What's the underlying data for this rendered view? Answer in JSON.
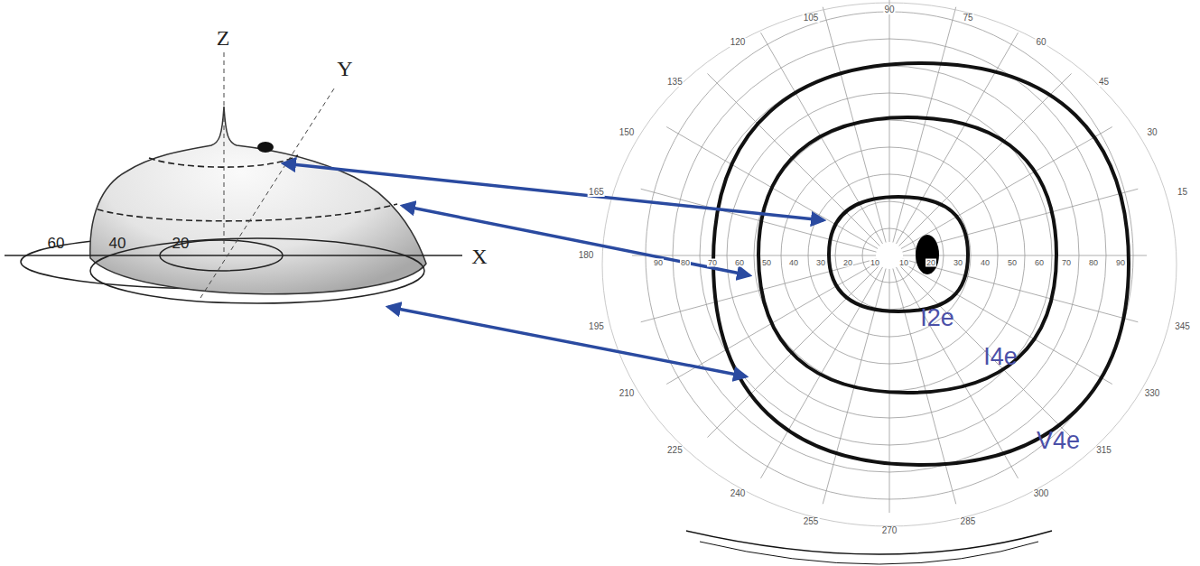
{
  "diagram": {
    "labels": [
      "Z",
      "Y",
      "X",
      "60",
      "40",
      "20",
      "I2e",
      "I4e",
      "V4e",
      "15",
      "30",
      "45",
      "60",
      "75",
      "90",
      "105",
      "120",
      "135",
      "150",
      "165",
      "180",
      "195",
      "210",
      "225",
      "240",
      "255",
      "270",
      "285",
      "300",
      "315",
      "330",
      "345",
      "90",
      "80",
      "70",
      "60",
      "50",
      "40",
      "30",
      "20",
      "10",
      "10",
      "20",
      "30",
      "40",
      "50",
      "60",
      "70",
      "80",
      "90"
    ]
  }
}
